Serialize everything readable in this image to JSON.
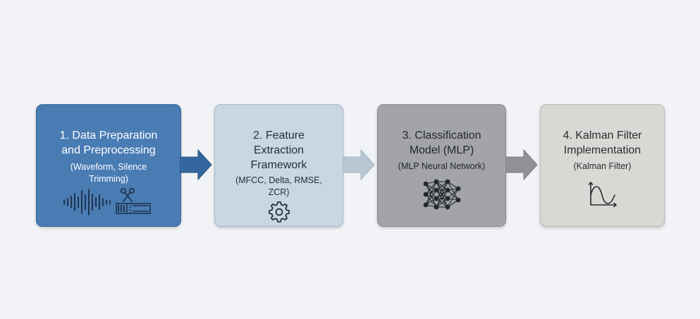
{
  "steps": [
    {
      "title_lines": [
        "1. Data Preparation",
        "and Preprocessing"
      ],
      "subtitle_lines": [
        "(Waveform, Silence",
        "Trimming)"
      ],
      "icons": [
        "waveform-icon",
        "scissors-icon",
        "film-strip-icon"
      ],
      "color": "#4a7cb4"
    },
    {
      "title_lines": [
        "2. Feature",
        "Extraction",
        "Framework"
      ],
      "subtitle_lines": [
        "(MFCC, Delta, RMSE,",
        "ZCR)"
      ],
      "icons": [
        "gear-icon"
      ],
      "color": "#c9d7e3"
    },
    {
      "title_lines": [
        "3. Classification",
        "Model (MLP)"
      ],
      "subtitle_lines": [
        "(MLP Neural Network)"
      ],
      "icons": [
        "neural-network-icon"
      ],
      "color": "#a2a4a8"
    },
    {
      "title_lines": [
        "4. Kalman Filter",
        "Implementation"
      ],
      "subtitle_lines": [
        "(Kalman Filter)"
      ],
      "icons": [
        "sine-wave-plot-icon"
      ],
      "color": "#d9d8d5"
    }
  ],
  "arrows": [
    {
      "from": 1,
      "to": 2,
      "color": "#35679f"
    },
    {
      "from": 2,
      "to": 3,
      "color": "#b9c7d5"
    },
    {
      "from": 3,
      "to": 4,
      "color": "#8f9196"
    }
  ]
}
